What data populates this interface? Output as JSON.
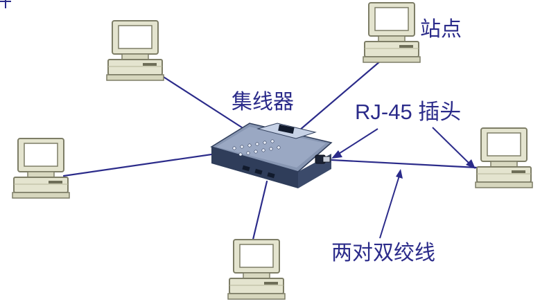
{
  "labels": {
    "hub": "集线器",
    "station": "站点",
    "rj45": "RJ-45 插头",
    "twisted_pair": "两对双绞线"
  },
  "colors": {
    "line": "#2b2b8a",
    "label": "#2b2b8a",
    "pc_body": "#e4e4cf",
    "pc_outline": "#7d7d66",
    "pc_screen": "#ffffff",
    "hub_body": "#8796b2",
    "hub_dark": "#2f3d5a",
    "hub_light": "#c7d2e6"
  },
  "icons": {
    "hub": "hub-icon",
    "computer": "computer-icon",
    "rj45_connector": "rj45-connector-icon"
  }
}
